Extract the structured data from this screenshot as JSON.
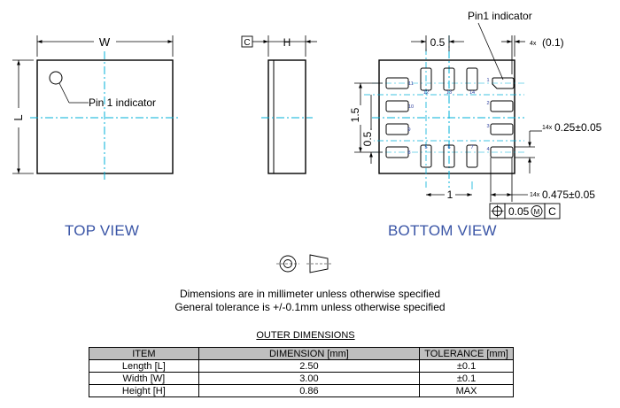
{
  "labels": {
    "w": "W",
    "l": "L",
    "h": "H",
    "c_box": "C",
    "pin1_top": "Pin 1 indicator",
    "pin1_bottom": "Pin1 indicator",
    "pitch": "0.5",
    "tol_4x": "4x",
    "tol_4x_val": "(0.1)",
    "dim_1_5": "1.5",
    "dim_0_5_v": "0.5",
    "pad_w_count": "14x",
    "pad_w_val": "0.25±0.05",
    "pad_l_count": "14x",
    "pad_l_val": "0.475±0.05",
    "dim_1": "1",
    "fcf_tol": "0.05",
    "fcf_mod": "M",
    "fcf_datum": "C",
    "pads": {
      "p1": "1",
      "p2": "2",
      "p3": "3",
      "p4": "4",
      "p5": "5",
      "p6": "6",
      "p7": "7",
      "p8": "8",
      "p9": "9",
      "p10": "10",
      "p11": "11",
      "p12": "12",
      "p13": "13",
      "p14": "14"
    }
  },
  "views": {
    "top": "TOP VIEW",
    "bottom": "BOTTOM VIEW"
  },
  "notes": {
    "line1": "Dimensions are in millimeter unless otherwise specified",
    "line2": "General tolerance is +/-0.1mm unless otherwise specified"
  },
  "table": {
    "title": "OUTER DIMENSIONS",
    "headers": [
      "ITEM",
      "DIMENSION [mm]",
      "TOLERANCE [mm]"
    ],
    "rows": [
      [
        "Length [L]",
        "2.50",
        "±0.1"
      ],
      [
        "Width [W]",
        "3.00",
        "±0.1"
      ],
      [
        "Height [H]",
        "0.86",
        "MAX"
      ]
    ]
  },
  "colors": {
    "centerline": "#00b0d8",
    "title": "#3a55a6",
    "pad_label": "#2c3e9e",
    "table_header": "#bfbfbf"
  }
}
